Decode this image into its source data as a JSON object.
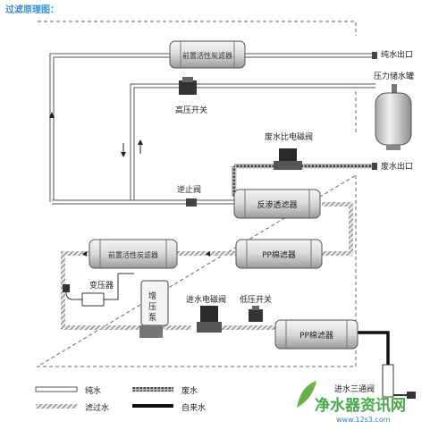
{
  "title": "过滤原理图：",
  "components": {
    "front_carbon_top": "前置活性炭滤器",
    "front_carbon_bottom": "前置活性炭滤器",
    "ro_filter": "反渗透滤器",
    "pp_mid": "PP棉滤器",
    "pp_bottom": "PP棉滤器",
    "booster_pump": "增压泵"
  },
  "labels": {
    "pure_outlet": "纯水出口",
    "pressure_tank": "压力储水罐",
    "high_pressure_switch": "高压开关",
    "waste_valve": "废水比电磁阀",
    "waste_outlet": "废水出口",
    "check_valve": "逆止阀",
    "transformer": "变压器",
    "inlet_valve": "进水电磁阀",
    "low_pressure_switch": "低压开关",
    "inlet_ball_valve": "进水三通阀"
  },
  "legend": [
    {
      "key": "pure",
      "label": "纯水"
    },
    {
      "key": "waste",
      "label": "废水"
    },
    {
      "key": "filtered",
      "label": "滤过水"
    },
    {
      "key": "tap",
      "label": "自来水"
    }
  ],
  "watermark": {
    "text": "净水器资讯网",
    "url": "www.12s3.com"
  }
}
